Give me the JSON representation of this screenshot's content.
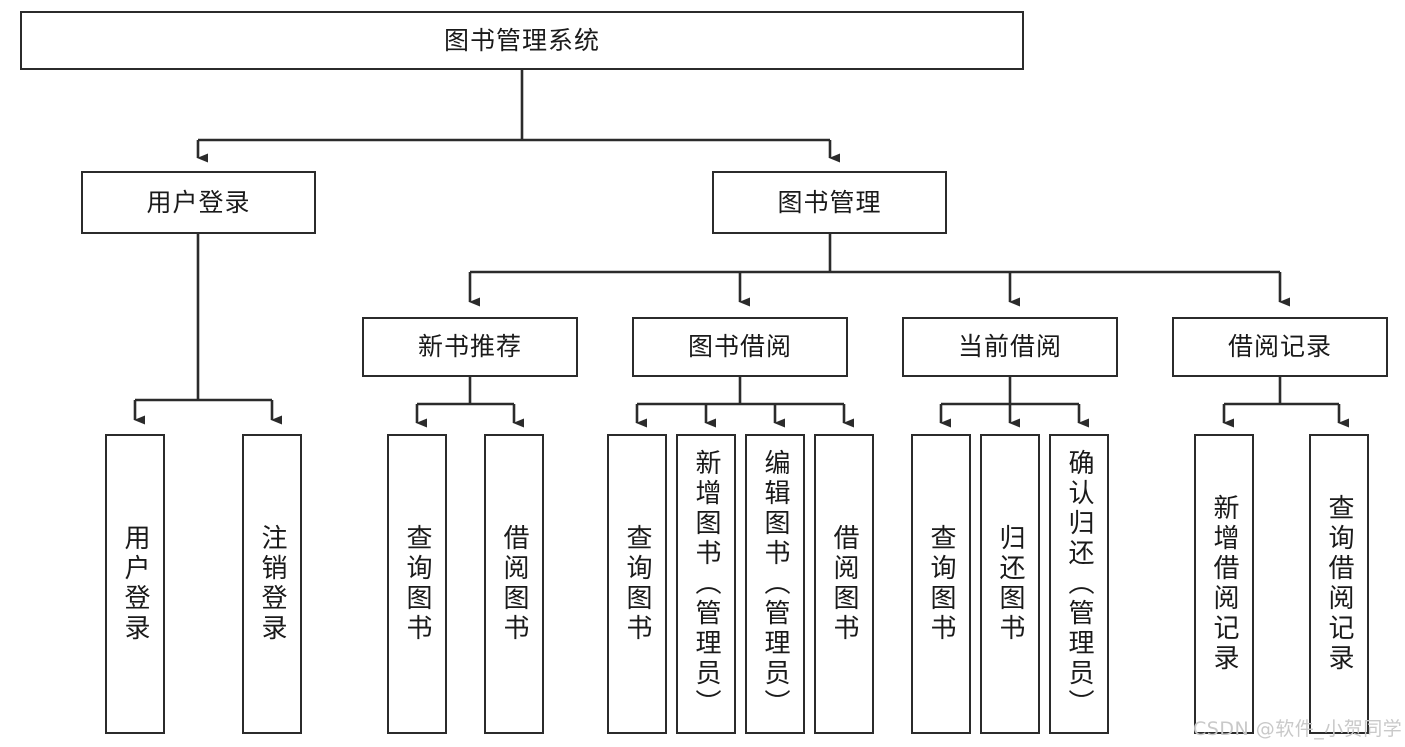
{
  "diagram": {
    "title": "图书管理系统",
    "type": "hierarchy-tree",
    "orientation": "top-down",
    "colors": {
      "box_border": "#2b2b2b",
      "box_fill": "#ffffff",
      "edge": "#2b2b2b",
      "text": "#1a1a1a",
      "watermark": "#c9c9c9",
      "background": "#ffffff"
    },
    "nodes": {
      "root": {
        "label": "图书管理系统"
      },
      "level2": [
        {
          "id": "user-login",
          "label": "用户登录"
        },
        {
          "id": "book-manage",
          "label": "图书管理"
        }
      ],
      "level3": [
        {
          "id": "new-book-recommend",
          "label": "新书推荐"
        },
        {
          "id": "book-borrow",
          "label": "图书借阅"
        },
        {
          "id": "current-borrow",
          "label": "当前借阅"
        },
        {
          "id": "borrow-record",
          "label": "借阅记录"
        }
      ],
      "leaves": [
        {
          "id": "leaf-user-login",
          "parent": "user-login",
          "label": "用户登录"
        },
        {
          "id": "leaf-logout-login",
          "parent": "user-login",
          "label": "注销登录"
        },
        {
          "id": "leaf-query-book-1",
          "parent": "new-book-recommend",
          "label": "查询图书"
        },
        {
          "id": "leaf-borrow-book-1",
          "parent": "new-book-recommend",
          "label": "借阅图书"
        },
        {
          "id": "leaf-query-book-2",
          "parent": "book-borrow",
          "label": "查询图书"
        },
        {
          "id": "leaf-add-book-admin",
          "parent": "book-borrow",
          "label": "新增图书（管理员）"
        },
        {
          "id": "leaf-edit-book-admin",
          "parent": "book-borrow",
          "label": "编辑图书（管理员）"
        },
        {
          "id": "leaf-borrow-book-2",
          "parent": "book-borrow",
          "label": "借阅图书"
        },
        {
          "id": "leaf-query-book-3",
          "parent": "current-borrow",
          "label": "查询图书"
        },
        {
          "id": "leaf-return-book",
          "parent": "current-borrow",
          "label": "归还图书"
        },
        {
          "id": "leaf-confirm-return-admin",
          "parent": "current-borrow",
          "label": "确认归还（管理员）"
        },
        {
          "id": "leaf-add-borrow-record",
          "parent": "borrow-record",
          "label": "新增借阅记录"
        },
        {
          "id": "leaf-query-borrow-record",
          "parent": "borrow-record",
          "label": "查询借阅记录"
        }
      ]
    }
  },
  "watermark": {
    "text": "CSDN @软件_小贺同学"
  }
}
